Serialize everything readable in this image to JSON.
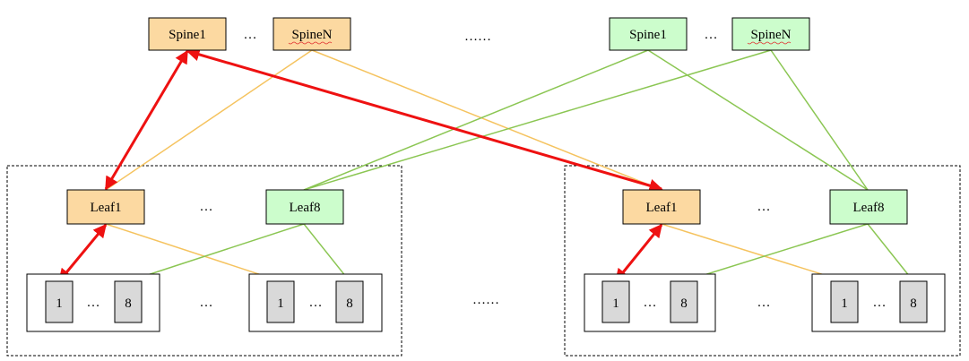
{
  "colors": {
    "orange_fill": "#fcd9a1",
    "green_fill": "#ccfdcc",
    "gray_fill": "#d9d9d9",
    "orange_line": "#f5c35f",
    "green_line": "#8bc653",
    "red_line": "#ee1111"
  },
  "spines": {
    "left_1": "Spine1",
    "left_n": "SpineN",
    "right_1": "Spine1",
    "right_n": "SpineN"
  },
  "leaves": {
    "left_1": "Leaf1",
    "left_8": "Leaf8",
    "right_1": "Leaf1",
    "right_8": "Leaf8"
  },
  "servers": {
    "first": "1",
    "last": "8"
  },
  "ellipsis": {
    "short": "…",
    "long": "……"
  }
}
